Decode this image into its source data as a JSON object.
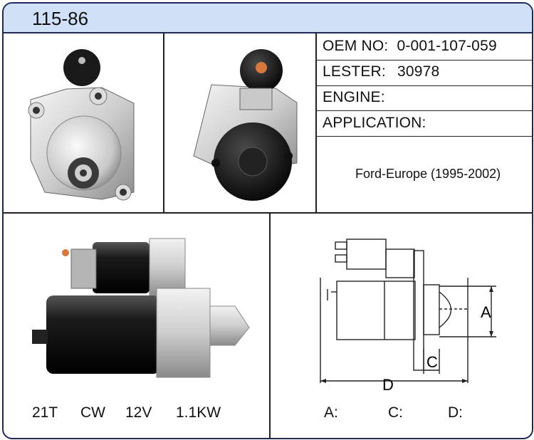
{
  "header": {
    "part_number": "115-86"
  },
  "specs": [
    {
      "label": "OEM NO:",
      "value": "0-001-107-059"
    },
    {
      "label": "LESTER:",
      "value": "30978"
    },
    {
      "label": "ENGINE:",
      "value": ""
    },
    {
      "label": "APPLICATION:",
      "value": ""
    }
  ],
  "application_value": "Ford-Europe (1995-2002)",
  "bottom": {
    "teeth": "21T",
    "rotation": "CW",
    "voltage": "12V",
    "power": "1.1KW"
  },
  "diagram": {
    "label_a": "A",
    "label_c": "C",
    "label_d": "D",
    "dim_a": "A:",
    "dim_c": "C:",
    "dim_d": "D:"
  },
  "colors": {
    "header_bg": "#cfe0f7",
    "border": "#1f2a5a"
  }
}
